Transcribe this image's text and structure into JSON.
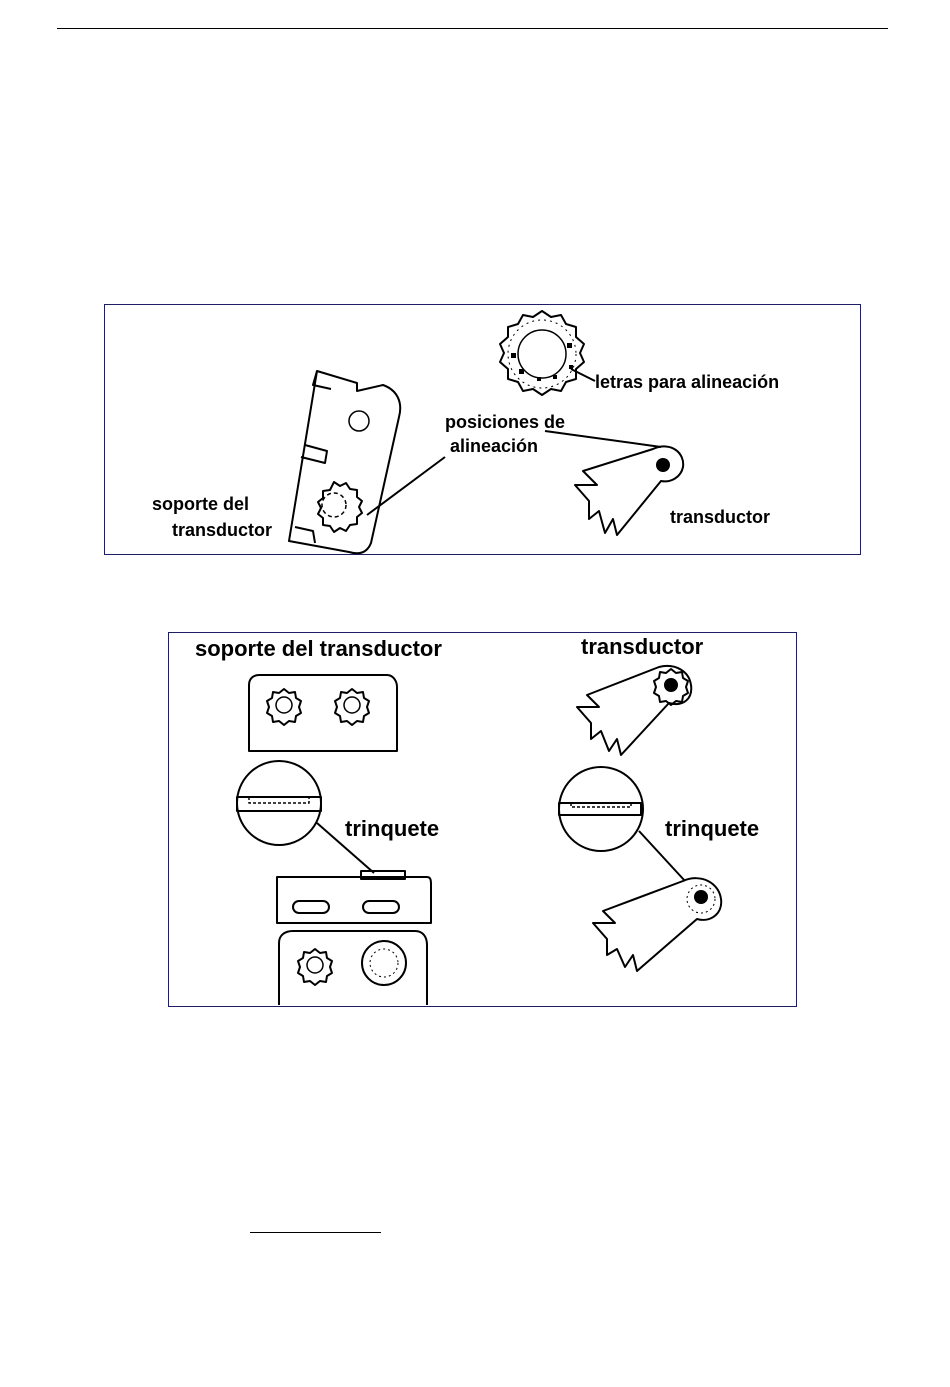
{
  "figure1": {
    "labels": {
      "alignment_letters": "letras para alineación",
      "alignment_positions_line1": "posiciones de",
      "alignment_positions_line2": "alineación",
      "bracket_line1": "soporte del",
      "bracket_line2": "transductor",
      "transducer": "transductor"
    }
  },
  "figure2": {
    "labels": {
      "bracket": "soporte del transductor",
      "transducer": "transductor",
      "ratchet_left": "trinquete",
      "ratchet_right": "trinquete"
    }
  }
}
